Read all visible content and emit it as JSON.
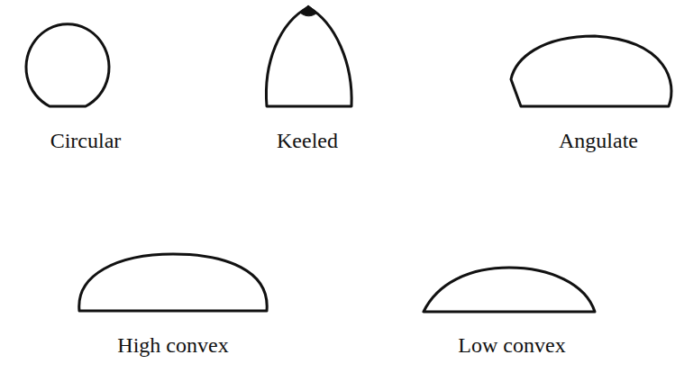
{
  "diagram": {
    "labels": [
      "Circular",
      "Keeled",
      "Angulate",
      "High convex",
      "Low convex"
    ]
  }
}
